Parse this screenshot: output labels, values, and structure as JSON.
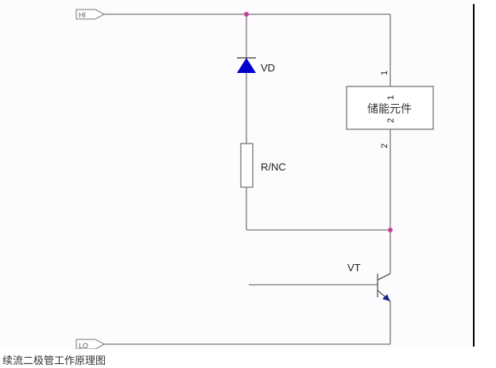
{
  "labels": {
    "hi": "HI",
    "lo": "LO",
    "diode": "VD",
    "resistor": "R/NC",
    "transistor": "VT",
    "storage": "储能元件",
    "pin1_outer": "1",
    "pin1_inner": "1",
    "pin2_inner": "2",
    "pin2_outer": "2"
  },
  "caption": "续流二极管工作原理图",
  "colors": {
    "wire": "#777777",
    "junction": "#c040a0",
    "diode": "#0000cc"
  }
}
